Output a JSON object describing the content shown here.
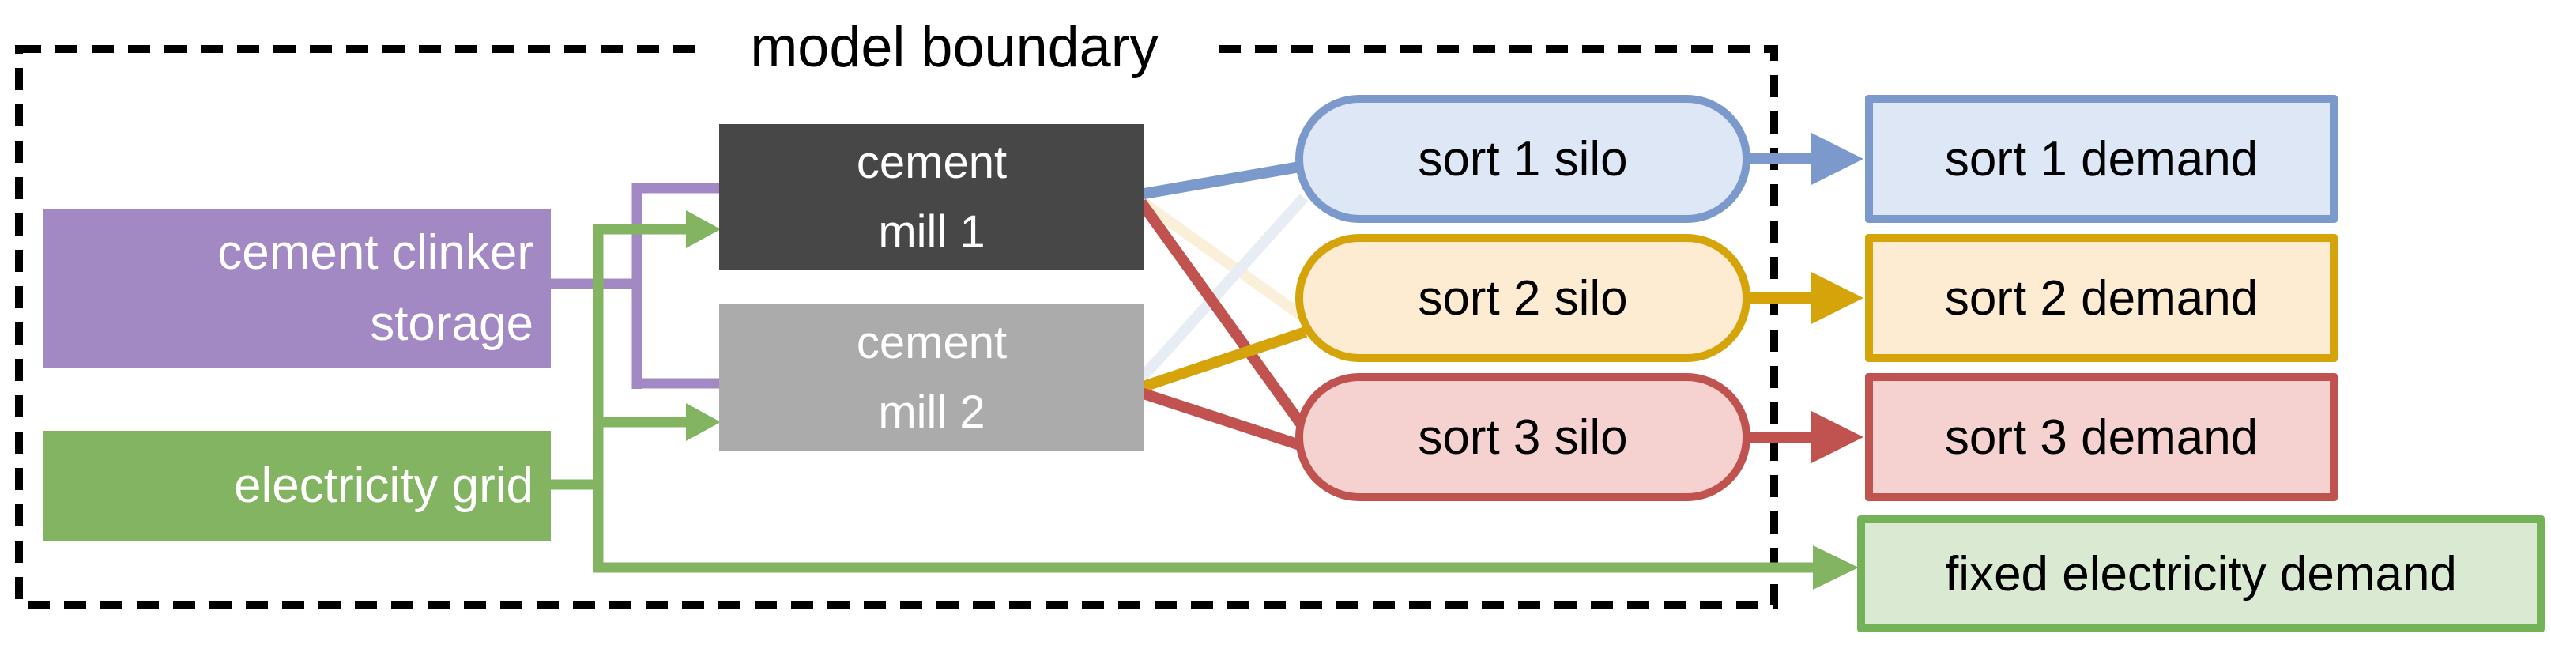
{
  "diagram": {
    "title": "model boundary",
    "nodes": {
      "clinker_storage": {
        "lines": [
          "cement clinker",
          "storage"
        ],
        "fill": "#a389c3",
        "text_color": "#ffffff"
      },
      "electricity_grid": {
        "label": "electricity grid",
        "fill": "#82b462",
        "text_color": "#ffffff"
      },
      "mill1": {
        "lines": [
          "cement",
          "mill 1"
        ],
        "fill": "#474747",
        "text_color": "#ffffff"
      },
      "mill2": {
        "lines": [
          "cement",
          "mill 2"
        ],
        "fill": "#ababab",
        "text_color": "#ffffff"
      },
      "silo1": {
        "label": "sort 1 silo",
        "fill": "#dde7f6",
        "border": "#7b99cb"
      },
      "silo2": {
        "label": "sort 2 silo",
        "fill": "#fdebd2",
        "border": "#d5a40a"
      },
      "silo3": {
        "label": "sort 3 silo",
        "fill": "#f5d2cf",
        "border": "#c0534f"
      },
      "demand1": {
        "label": "sort 1 demand",
        "fill": "#dde7f6",
        "border": "#7b99cb"
      },
      "demand2": {
        "label": "sort 2 demand",
        "fill": "#fdebd2",
        "border": "#d5a40a"
      },
      "demand3": {
        "label": "sort 3 demand",
        "fill": "#f5d2cf",
        "border": "#c0534f"
      },
      "fixed_demand": {
        "label": "fixed electricity demand",
        "fill": "#d9e9d2",
        "border": "#74b258"
      }
    },
    "edges": [
      {
        "from": "clinker_storage",
        "to": "mill1",
        "color": "#a389c3",
        "arrowhead": false
      },
      {
        "from": "clinker_storage",
        "to": "mill2",
        "color": "#a389c3",
        "arrowhead": false
      },
      {
        "from": "electricity_grid",
        "to": "mill1",
        "color": "#82b462",
        "arrowhead": true
      },
      {
        "from": "electricity_grid",
        "to": "mill2",
        "color": "#82b462",
        "arrowhead": true
      },
      {
        "from": "electricity_grid",
        "to": "fixed_demand",
        "color": "#82b462",
        "arrowhead": true
      },
      {
        "from": "mill1",
        "to": "silo1",
        "color": "#7b99cb",
        "arrowhead": false
      },
      {
        "from": "mill1",
        "to": "silo2",
        "color": "#faf0da",
        "arrowhead": false,
        "faint": true
      },
      {
        "from": "mill1",
        "to": "silo3",
        "color": "#c0534f",
        "arrowhead": false
      },
      {
        "from": "mill2",
        "to": "silo1",
        "color": "#e8edf5",
        "arrowhead": false,
        "faint": true
      },
      {
        "from": "mill2",
        "to": "silo2",
        "color": "#d5a40a",
        "arrowhead": false
      },
      {
        "from": "mill2",
        "to": "silo3",
        "color": "#c0534f",
        "arrowhead": false
      },
      {
        "from": "silo1",
        "to": "demand1",
        "color": "#7b99cb",
        "arrowhead": true
      },
      {
        "from": "silo2",
        "to": "demand2",
        "color": "#d5a40a",
        "arrowhead": true
      },
      {
        "from": "silo3",
        "to": "demand3",
        "color": "#c0534f",
        "arrowhead": true
      }
    ],
    "boundary": {
      "style": "dashed",
      "color": "#000000"
    }
  }
}
